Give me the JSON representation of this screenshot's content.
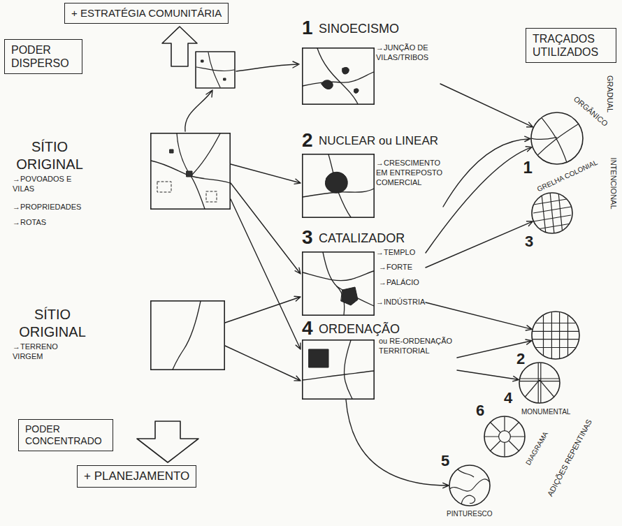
{
  "diagram": {
    "nodes": [
      {
        "text": [
          "+ ESTRATÉGIA COMUNITÁRIA"
        ]
      },
      {
        "text": [
          "PODER DISPERSO"
        ]
      },
      {
        "text": [
          "1",
          "SINOECISMO",
          "→JUNÇÃO DE VILAS/TRIBOS"
        ]
      },
      {
        "text": [
          "TRAÇADOS UTILIZADOS"
        ]
      },
      {
        "text": [
          "SÍTIO ORIGINAL",
          "→POVOADOS E VILAS",
          "→PROPRIEDADES",
          "→ROTAS"
        ]
      },
      {
        "text": [
          "2",
          "NUCLEAR ou LINEAR",
          "→CRESCIMENTO EM ENTREPOSTO COMERCIAL"
        ]
      },
      {
        "text": [
          "1",
          "ORGÂNICO"
        ]
      },
      {
        "text": [
          "3",
          "GRELHA COLONIAL"
        ]
      },
      {
        "text": [
          "3",
          "CATALIZADOR",
          "→TEMPLO",
          "→FORTE",
          "→PALÁCIO",
          "→INDÚSTRIA"
        ]
      },
      {
        "text": [
          "SÍTIO ORIGINAL",
          "→TERRENO VIRGEM"
        ]
      },
      {
        "text": [
          "4",
          "ORDENAÇÃO",
          "ou RE-ORDENAÇÃO TERRITORIAL"
        ]
      },
      {
        "text": [
          "2"
        ]
      },
      {
        "text": [
          "4",
          "MONUMENTAL"
        ]
      },
      {
        "text": [
          "PODER CONCENTRADO"
        ]
      },
      {
        "text": [
          "6",
          "DIAGRAMA"
        ]
      },
      {
        "text": [
          "5",
          "PINTURESCO"
        ]
      },
      {
        "text": [
          "+ PLANEJAMENTO"
        ]
      }
    ],
    "edges": [
      {
        "from": 4,
        "to": 5,
        "arrow": "to"
      },
      {
        "from": 4,
        "to": 8,
        "arrow": "to"
      },
      {
        "from": 4,
        "to": 10,
        "arrow": "to"
      },
      {
        "from": 9,
        "to": 8,
        "arrow": "to"
      },
      {
        "from": 9,
        "to": 10,
        "arrow": "to"
      },
      {
        "from": 2,
        "to": 6,
        "arrow": "to"
      },
      {
        "from": 5,
        "to": 6,
        "arrow": "to"
      },
      {
        "from": 8,
        "to": 6,
        "arrow": "to"
      },
      {
        "from": 8,
        "to": 7,
        "arrow": "to"
      },
      {
        "from": 8,
        "to": 11,
        "arrow": "to"
      },
      {
        "from": 10,
        "to": 11,
        "arrow": "to"
      },
      {
        "from": 10,
        "to": 12,
        "arrow": "to"
      },
      {
        "from": 10,
        "to": 15,
        "arrow": "to"
      }
    ],
    "labels": [
      "GRADUAL",
      "INTENCIONAL",
      "ADIÇÕES REPENTINAS"
    ]
  }
}
